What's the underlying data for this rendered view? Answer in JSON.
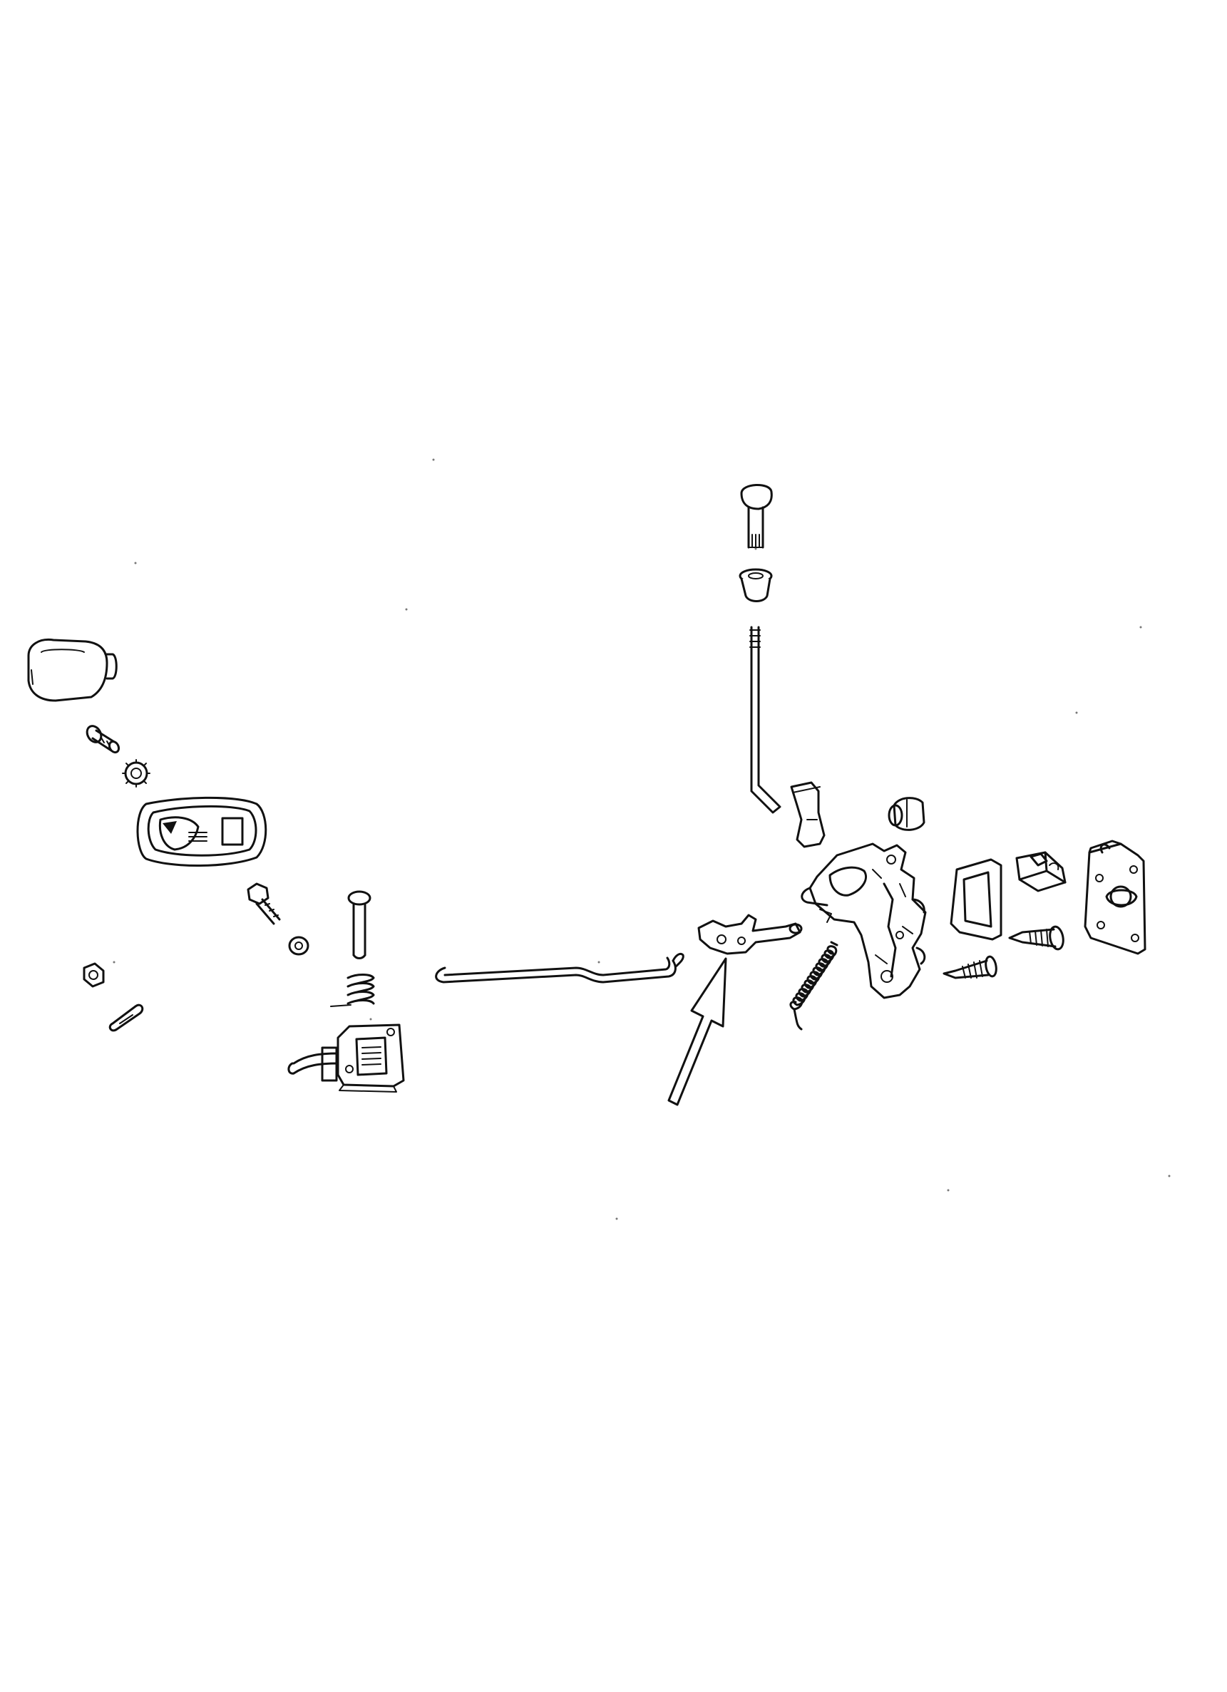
{
  "diagram": {
    "type": "exploded-parts-view",
    "parts": [
      {
        "id": "outer-handle-cap",
        "icon": "rounded-cap"
      },
      {
        "id": "cap-screw",
        "icon": "screw"
      },
      {
        "id": "lock-washer-top",
        "icon": "toothed-washer"
      },
      {
        "id": "handle-bezel",
        "icon": "bezel"
      },
      {
        "id": "bezel-bolt",
        "icon": "bolt"
      },
      {
        "id": "flat-washer",
        "icon": "washer"
      },
      {
        "id": "hex-nut",
        "icon": "nut"
      },
      {
        "id": "retaining-clip",
        "icon": "clip"
      },
      {
        "id": "plunger-pin",
        "icon": "pin"
      },
      {
        "id": "plunger-spring",
        "icon": "spring"
      },
      {
        "id": "inner-release-handle",
        "icon": "release-handle"
      },
      {
        "id": "long-connecting-rod",
        "icon": "rod"
      },
      {
        "id": "latch-lever-link",
        "icon": "lever"
      },
      {
        "id": "lock-knob",
        "icon": "knob"
      },
      {
        "id": "knob-grommet",
        "icon": "grommet"
      },
      {
        "id": "vertical-lock-rod",
        "icon": "threaded-rod"
      },
      {
        "id": "rod-clip",
        "icon": "clip"
      },
      {
        "id": "bushing",
        "icon": "bushing"
      },
      {
        "id": "latch-assembly",
        "icon": "latch"
      },
      {
        "id": "coil-spring",
        "icon": "spring"
      },
      {
        "id": "gasket",
        "icon": "gasket"
      },
      {
        "id": "wedge-block",
        "icon": "wedge"
      },
      {
        "id": "striker-plate",
        "icon": "plate"
      },
      {
        "id": "tapping-screw-lower",
        "icon": "screw"
      },
      {
        "id": "tapping-screw-upper",
        "icon": "screw"
      }
    ],
    "callout": {
      "id": "pointer-arrow",
      "points_to": "latch-lever-link",
      "style": "hollow-outline"
    },
    "colors": {
      "ink": "#111111",
      "paper": "#ffffff"
    }
  }
}
